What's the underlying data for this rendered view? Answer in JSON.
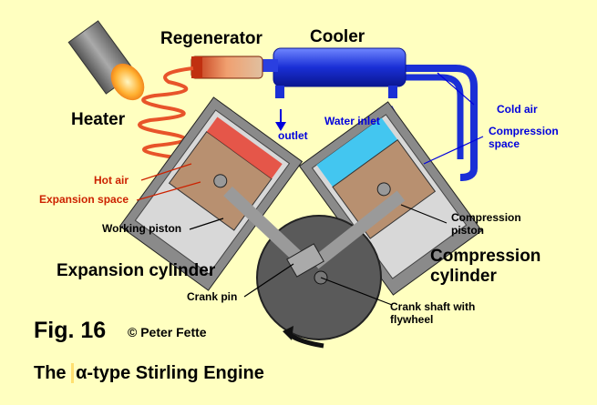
{
  "labels": {
    "regenerator": "Regenerator",
    "cooler": "Cooler",
    "heater": "Heater",
    "cold_air": "Cold air",
    "compression_space": "Compression\nspace",
    "outlet": "outlet",
    "water_inlet": "Water inlet",
    "hot_air": "Hot air",
    "expansion_space": "Expansion space",
    "working_piston": "Working piston",
    "compression_piston": "Compression\npiston",
    "expansion_cylinder": "Expansion cylinder",
    "compression_cylinder": "Compression\ncylinder",
    "crank_pin": "Crank pin",
    "crank_shaft": "Crank shaft with\nflywheel"
  },
  "figure": {
    "number": "Fig. 16",
    "copyright": "© Peter Fette",
    "caption_prefix": "The ",
    "caption_symbol": "α",
    "caption_suffix": "-type Stirling Engine"
  },
  "colors": {
    "background": "#ffffc0",
    "cooler_blue": "#1a2fd6",
    "coil_red": "#e8542a",
    "cylinder_gray": "#8a8a8a",
    "cold_space": "#43c6f0",
    "flywheel": "#5a5a5a",
    "label_blue": "#0000dd",
    "label_red": "#cc2200"
  }
}
